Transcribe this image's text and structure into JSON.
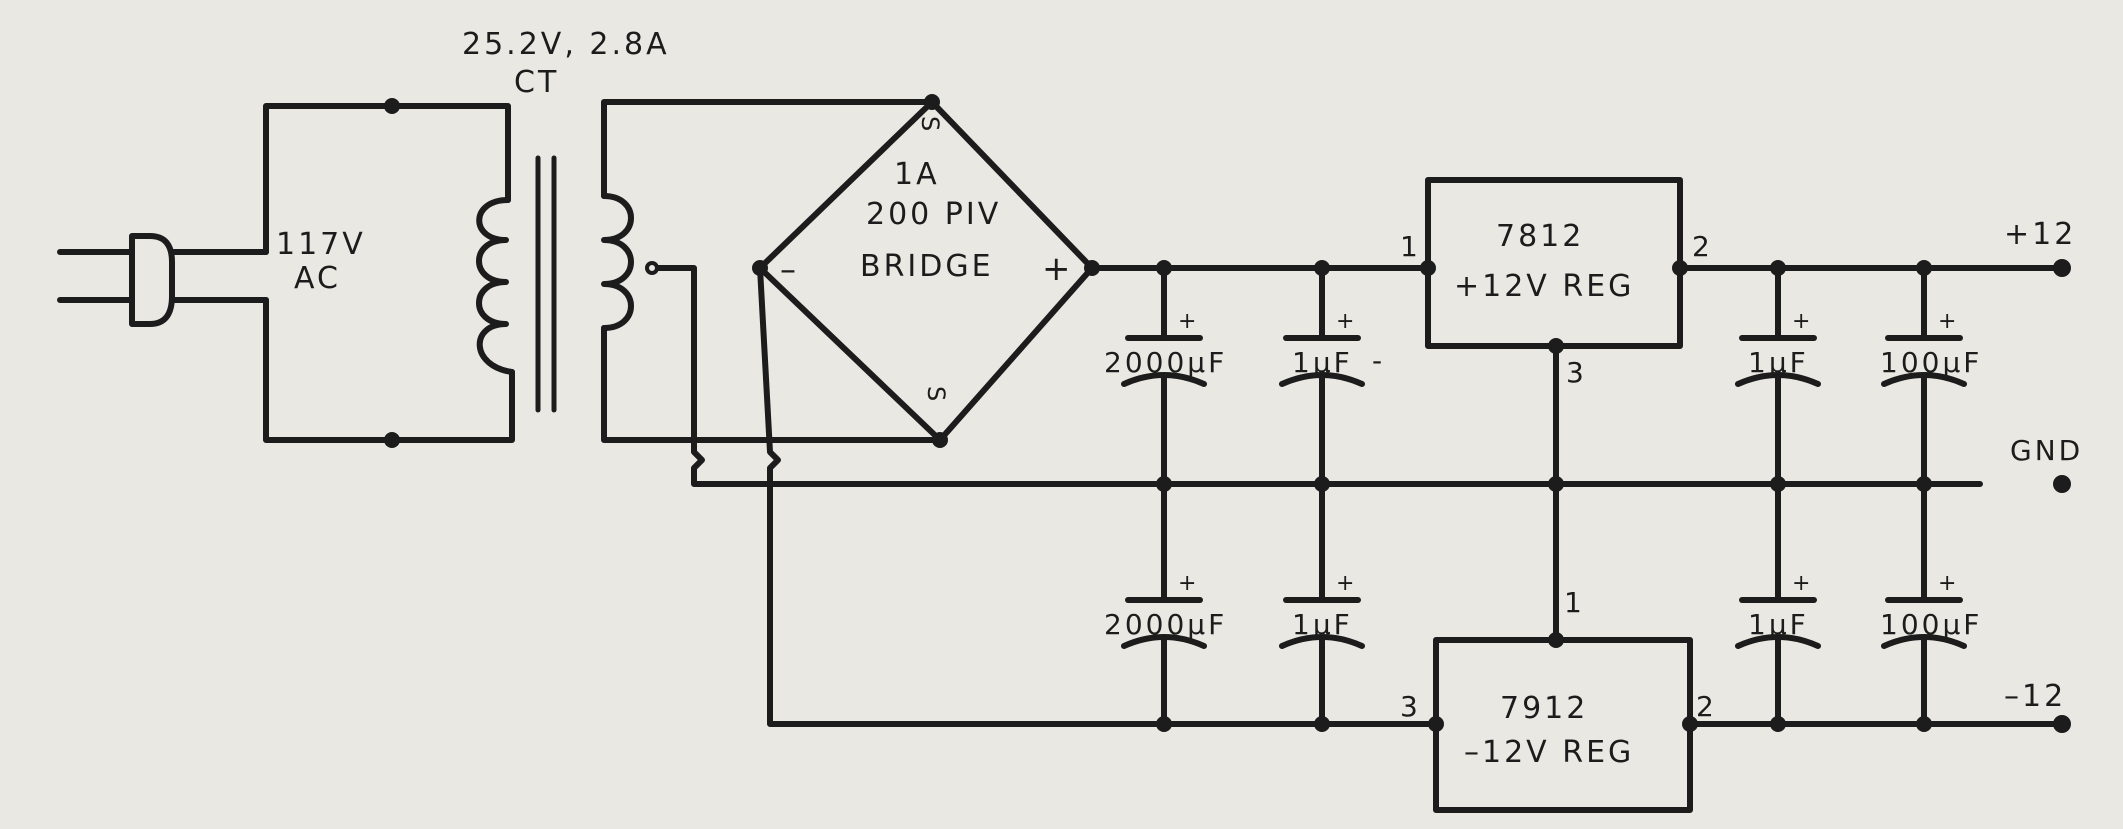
{
  "transformer": {
    "rating": "25.2V, 2.8A",
    "tap": "CT"
  },
  "mains": {
    "voltage": "117V",
    "type": "AC"
  },
  "bridge": {
    "current": "1A",
    "piv": "200 PIV",
    "name": "BRIDGE",
    "plus": "+",
    "minus": "–",
    "ac_top": "S",
    "ac_bottom": "S"
  },
  "regulators": {
    "positive": {
      "part": "7812",
      "label": "+12V REG",
      "pin_in": "1",
      "pin_out": "2",
      "pin_gnd": "3"
    },
    "negative": {
      "part": "7912",
      "label": "–12V REG",
      "pin_gnd": "1",
      "pin_out": "2",
      "pin_in": "3"
    }
  },
  "capacitors": {
    "c1": "2000µF",
    "c2": "1µF",
    "c2_minus": "-",
    "c3": "2000µF",
    "c4": "1µF",
    "c5": "1µF",
    "c6": "100µF",
    "c7": "1µF",
    "c8": "100µF",
    "polarity": "+"
  },
  "outputs": {
    "pos": "+12",
    "gnd": "GND",
    "neg": "–12"
  }
}
